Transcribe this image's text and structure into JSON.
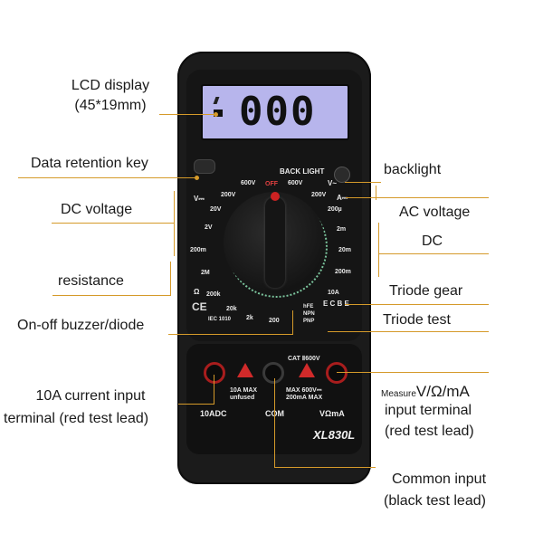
{
  "callouts": {
    "lcd_display": "LCD display",
    "lcd_size": "(45*19mm)",
    "data_retention_key": "Data retention key",
    "backlight": "backlight",
    "dc_voltage": "DC voltage",
    "ac_voltage": "AC voltage",
    "dc": "DC",
    "resistance": "resistance",
    "triode_gear": "Triode gear",
    "on_off_buzzer": "On-off buzzer/diode",
    "triode_test": "Triode test",
    "current_terminal_line1": "10A current input",
    "current_terminal_line2": "terminal (red test lead)",
    "measure_prefix": "Measure",
    "measure_main": "V/Ω/mA",
    "measure_line2": "input terminal",
    "measure_line3": "(red test lead)",
    "common_line1": "Common input",
    "common_line2": "(black test lead)"
  },
  "meter": {
    "lcd_digits": "000",
    "back_light": "BACK LIGHT",
    "dcv_symbol": "V⎓",
    "acv_symbol": "V~",
    "dca_symbol": "A⎓",
    "ohm_symbol": "Ω",
    "off": "OFF",
    "r_600v_left": "600V",
    "r_200v_left": "200V",
    "r_20v": "20V",
    "r_2v": "2V",
    "r_200m_left": "200m",
    "r_2m": "2M",
    "r_200k": "200k",
    "r_20k": "20k",
    "r_2k": "2k",
    "r_200": "200",
    "r_600v_right": "600V",
    "r_200v_right": "200V",
    "r_200u": "200µ",
    "r_2m_right": "2m",
    "r_20m": "20m",
    "r_200m_right": "200m",
    "r_10a": "10A",
    "hfe": "hFE",
    "npn": "NPN",
    "pnp": "PNP",
    "ecbe": "E C B E",
    "ce_mark": "CE",
    "iec": "IEC 1010",
    "cat": "CAT Ⅱ600V",
    "fuse_left_1": "10A MAX",
    "fuse_left_2": "unfused",
    "fuse_mid_1": "MAX 600V⎓",
    "fuse_mid_2": "200mA MAX",
    "port_10adc": "10ADC",
    "port_com": "COM",
    "port_vma": "VΩmA",
    "model": "XL830L"
  },
  "colors": {
    "leader_line": "#d59a2a",
    "lcd_backlight": "#b7b5ec",
    "body": "#1b1b1b",
    "dial_dots": "#7bc59d",
    "warning": "#d12a2a"
  }
}
